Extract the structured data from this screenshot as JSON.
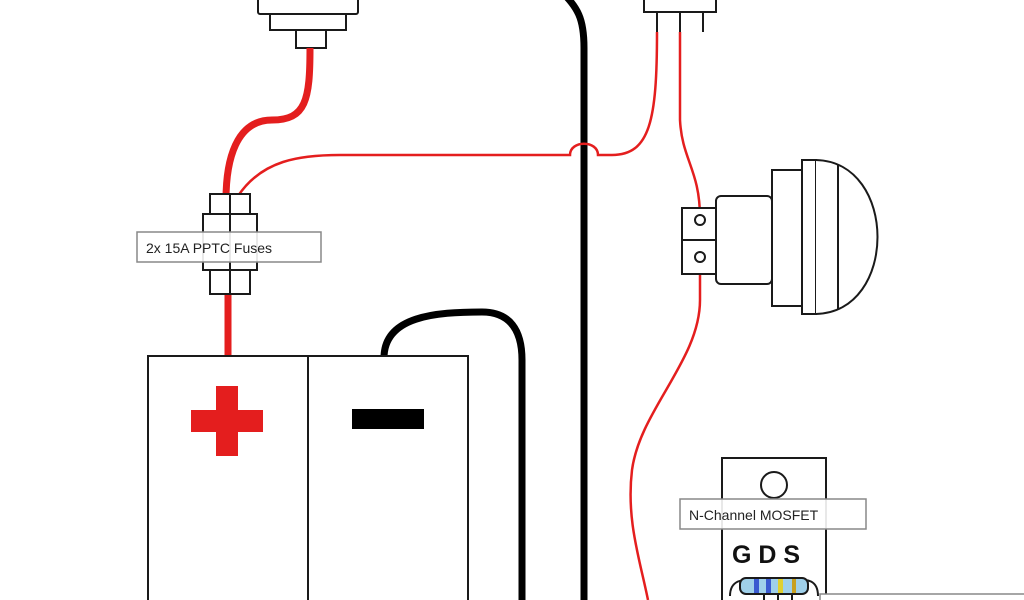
{
  "diagram": {
    "labels": {
      "fuses": "2x 15A PPTC Fuses",
      "mosfet": "N-Channel MOSFET",
      "mosfet_pins": "G D S"
    },
    "battery_symbols": {
      "positive": "+",
      "negative": "−"
    },
    "colors": {
      "positive_wire": "#e41e1e",
      "negative_wire": "#000000",
      "outline": "#1a1a1a",
      "label_border": "#888888"
    }
  }
}
